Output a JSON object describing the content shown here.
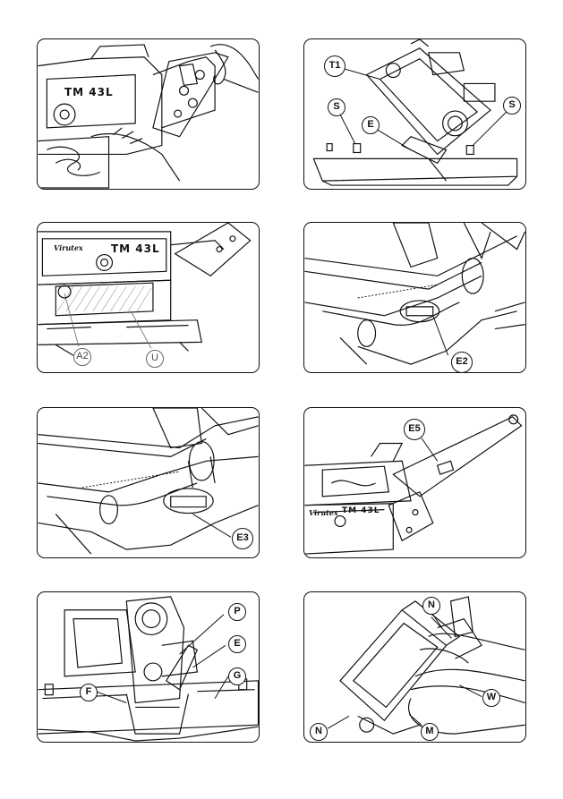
{
  "machine_model": "TM 43L",
  "brand_logo": "Virutex",
  "panels": [
    {
      "id": "p1",
      "labels": []
    },
    {
      "id": "p2",
      "labels": [
        "T1",
        "S",
        "E",
        "S"
      ]
    },
    {
      "id": "p3",
      "labels": [
        "A2",
        "U"
      ]
    },
    {
      "id": "p4",
      "labels": [
        "E2"
      ]
    },
    {
      "id": "p5",
      "labels": [
        "E3"
      ]
    },
    {
      "id": "p6",
      "labels": [
        "E5"
      ]
    },
    {
      "id": "p7",
      "labels": [
        "P",
        "E",
        "G",
        "F"
      ]
    },
    {
      "id": "p8",
      "labels": [
        "N",
        "W",
        "N",
        "M"
      ]
    }
  ]
}
